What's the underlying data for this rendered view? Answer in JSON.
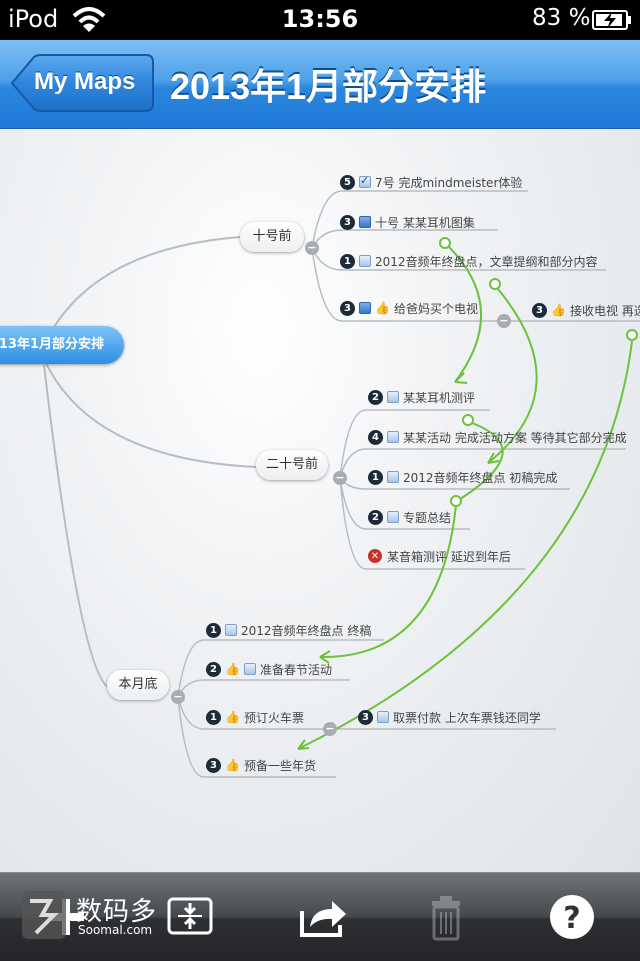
{
  "status": {
    "carrier": "iPod",
    "time": "13:56",
    "battery": "83 %"
  },
  "nav": {
    "back_label": "My Maps",
    "title": "2013年1月部分安排"
  },
  "map": {
    "root": "13年1月部分安排",
    "branches": [
      {
        "label": "十号前"
      },
      {
        "label": "二十号前"
      },
      {
        "label": "本月底"
      }
    ],
    "items": {
      "b1_1": {
        "priority": "5",
        "text": "7号 完成mindmeister体验"
      },
      "b1_2": {
        "priority": "3",
        "text": "十号 某某耳机图集"
      },
      "b1_3": {
        "priority": "1",
        "text": "2012音频年终盘点，文章提纲和部分内容"
      },
      "b1_4": {
        "priority": "3",
        "text": "给爸妈买个电视"
      },
      "b1_4a": {
        "priority": "3",
        "text": "接收电视 再选"
      },
      "b2_1": {
        "priority": "2",
        "text": "某某耳机测评"
      },
      "b2_2": {
        "priority": "4",
        "text": "某某活动 完成活动方案 等待其它部分完成"
      },
      "b2_3": {
        "priority": "1",
        "text": "2012音频年终盘点 初稿完成"
      },
      "b2_4": {
        "priority": "2",
        "text": "专题总结"
      },
      "b2_5": {
        "text": "某音箱测评 延迟到年后"
      },
      "b3_1": {
        "priority": "1",
        "text": "2012音频年终盘点 终稿"
      },
      "b3_2": {
        "priority": "2",
        "text": "准备春节活动"
      },
      "b3_3": {
        "priority": "1",
        "text": "预订火车票"
      },
      "b3_3a": {
        "priority": "3",
        "text": "取票付款 上次车票钱还同学"
      },
      "b3_4": {
        "priority": "3",
        "text": "预备一些年货"
      }
    }
  },
  "watermark": {
    "text": "数码多",
    "sub": "Soomal.com"
  },
  "toolbar": {
    "icons": [
      "add-icon",
      "fit-screen-icon",
      "share-icon",
      "trash-icon",
      "help-icon"
    ]
  },
  "colors": {
    "nav_blue": "#2b86dd",
    "root_blue": "#2c8ee4",
    "link_green": "#6cc23a"
  }
}
